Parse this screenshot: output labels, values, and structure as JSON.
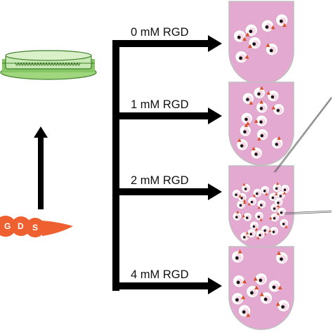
{
  "conditions": [
    {
      "label": "0 mM RGD",
      "cell_count": 7
    },
    {
      "label": "1 mM RGD",
      "cell_count": 12
    },
    {
      "label": "2 mM RGD",
      "cell_count": 26
    },
    {
      "label": "4 mM RGD",
      "cell_count": 10
    }
  ],
  "peptide_letters": [
    "G",
    "D",
    "S"
  ],
  "colors": {
    "well_fill": "#e4a9d0",
    "well_stroke": "#bfbfbf",
    "dish_green": "#86c765",
    "dish_dark": "#3f7f2a",
    "peptide": "#ee6030",
    "cell_pink": "#f6d7e7",
    "cell_orange": "#d8502a",
    "arrow": "#000000"
  },
  "icons": [
    "petri-dish-icon",
    "peptide-chain-icon",
    "branching-arrow-icon",
    "well-icon",
    "cell-icon"
  ]
}
